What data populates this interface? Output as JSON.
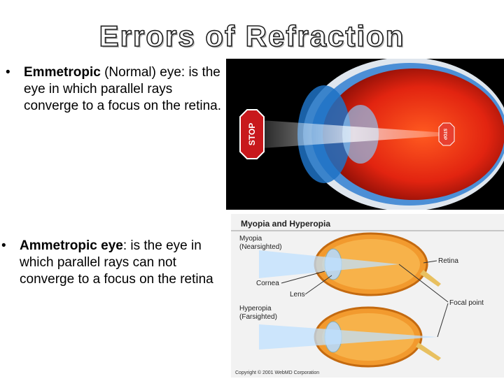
{
  "title": "Errors of Refraction",
  "bullets": [
    {
      "bullet_glyph": "•",
      "term": "Emmetropic",
      "rest": " (Normal) eye: is the eye in which parallel rays converge to a focus on the retina."
    },
    {
      "bullet_glyph": "•",
      "term": "Ammetropic eye",
      "rest": ": is the eye in which parallel rays can not converge to a focus on the retina"
    }
  ],
  "image1": {
    "sign_text": "STOP",
    "retina_image_text": "STOP"
  },
  "image2": {
    "header": "Myopia and Hyperopia",
    "myopia_label_line1": "Myopia",
    "myopia_label_line2": "(Nearsighted)",
    "hyperopia_label_line1": "Hyperopia",
    "hyperopia_label_line2": "(Farsighted)",
    "retina_label": "Retina",
    "cornea_label": "Cornea",
    "lens_label": "Lens",
    "focal_point_label": "Focal point",
    "copyright": "Copyright © 2001 WebMD Corporation"
  }
}
